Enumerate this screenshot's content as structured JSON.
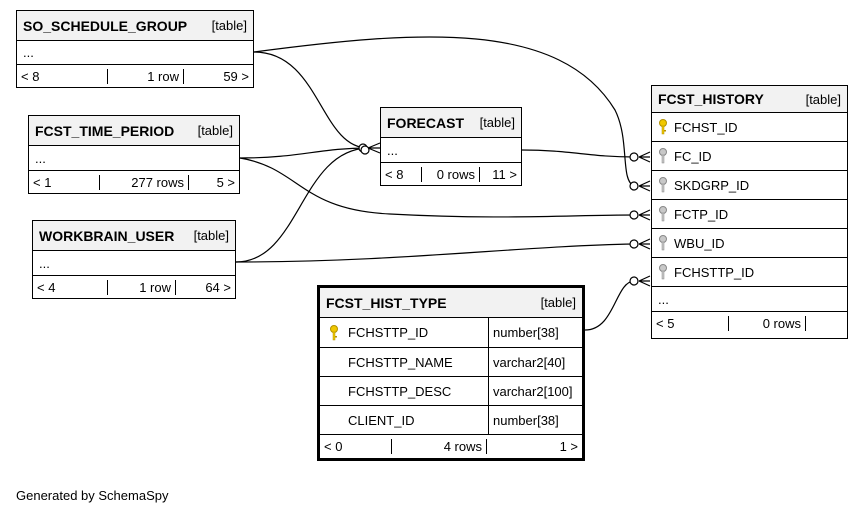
{
  "tables": {
    "so_schedule_group": {
      "name": "SO_SCHEDULE_GROUP",
      "kind": "[table]",
      "ellipsis": "...",
      "children": "< 8",
      "rows": "1 row",
      "parents": "59 >"
    },
    "fcst_time_period": {
      "name": "FCST_TIME_PERIOD",
      "kind": "[table]",
      "ellipsis": "...",
      "children": "< 1",
      "rows": "277 rows",
      "parents": "5 >"
    },
    "workbrain_user": {
      "name": "WORKBRAIN_USER",
      "kind": "[table]",
      "ellipsis": "...",
      "children": "< 4",
      "rows": "1 row",
      "parents": "64 >"
    },
    "forecast": {
      "name": "FORECAST",
      "kind": "[table]",
      "ellipsis": "...",
      "children": "< 8",
      "rows": "0 rows",
      "parents": "11 >"
    },
    "fcst_history": {
      "name": "FCST_HISTORY",
      "kind": "[table]",
      "ellipsis": "...",
      "columns": [
        {
          "name": "FCHST_ID",
          "icon": "primary-key-icon"
        },
        {
          "name": "FC_ID",
          "icon": "foreign-key-icon"
        },
        {
          "name": "SKDGRP_ID",
          "icon": "foreign-key-icon"
        },
        {
          "name": "FCTP_ID",
          "icon": "foreign-key-icon"
        },
        {
          "name": "WBU_ID",
          "icon": "foreign-key-icon"
        },
        {
          "name": "FCHSTTP_ID",
          "icon": "foreign-key-icon"
        }
      ],
      "children": "< 5",
      "rows": "0 rows",
      "parents": ""
    },
    "fcst_hist_type": {
      "name": "FCST_HIST_TYPE",
      "kind": "[table]",
      "columns": [
        {
          "name": "FCHSTTP_ID",
          "type": "number[38]",
          "icon": "primary-key-icon"
        },
        {
          "name": "FCHSTTP_NAME",
          "type": "varchar2[40]",
          "icon": ""
        },
        {
          "name": "FCHSTTP_DESC",
          "type": "varchar2[100]",
          "icon": ""
        },
        {
          "name": "CLIENT_ID",
          "type": "number[38]",
          "icon": ""
        }
      ],
      "children": "< 0",
      "rows": "4 rows",
      "parents": "1 >"
    }
  },
  "colors": {
    "border": "#000000",
    "header_bg": "#f2f2f2",
    "primary_key": "#f0c800",
    "foreign_key": "#a8a8a8"
  },
  "footer": {
    "generated_by": "Generated by SchemaSpy"
  }
}
